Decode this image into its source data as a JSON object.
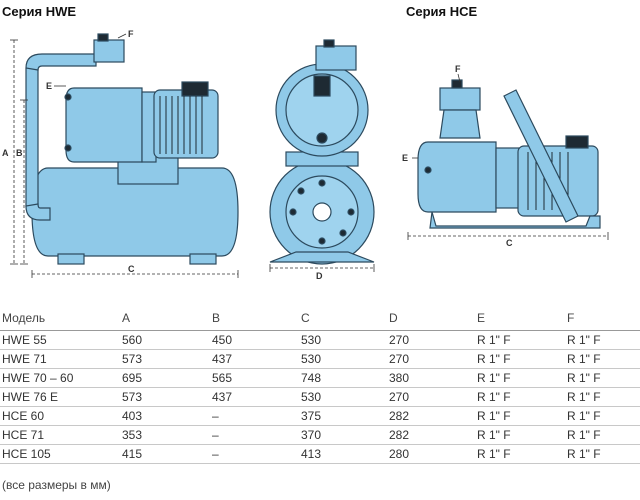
{
  "titles": {
    "hwe": "Серия HWE",
    "hce": "Серия HCE"
  },
  "dimension_labels": {
    "a": "A",
    "b": "B",
    "c": "C",
    "d": "D",
    "e": "E",
    "f": "F"
  },
  "colors": {
    "pump_fill": "#8fc9e8",
    "pump_stroke": "#2c4a5e",
    "dark_detail": "#1e2a33"
  },
  "table": {
    "headers": [
      "Модель",
      "A",
      "B",
      "C",
      "D",
      "E",
      "F"
    ],
    "rows": [
      [
        "HWE 55",
        "560",
        "450",
        "530",
        "270",
        "R 1\" F",
        "R 1\" F"
      ],
      [
        "HWE 71",
        "573",
        "437",
        "530",
        "270",
        "R 1\" F",
        "R 1\" F"
      ],
      [
        "HWE 70 – 60",
        "695",
        "565",
        "748",
        "380",
        "R 1\" F",
        "R 1\" F"
      ],
      [
        "HWE 76 E",
        "573",
        "437",
        "530",
        "270",
        "R 1\" F",
        "R 1\" F"
      ],
      [
        "HCE 60",
        "403",
        "–",
        "375",
        "282",
        "R 1\" F",
        "R 1\" F"
      ],
      [
        "HCE 71",
        "353",
        "–",
        "370",
        "282",
        "R 1\" F",
        "R 1\" F"
      ],
      [
        "HCE 105",
        "415",
        "–",
        "413",
        "280",
        "R 1\" F",
        "R 1\" F"
      ]
    ]
  },
  "note": "(все размеры в мм)"
}
